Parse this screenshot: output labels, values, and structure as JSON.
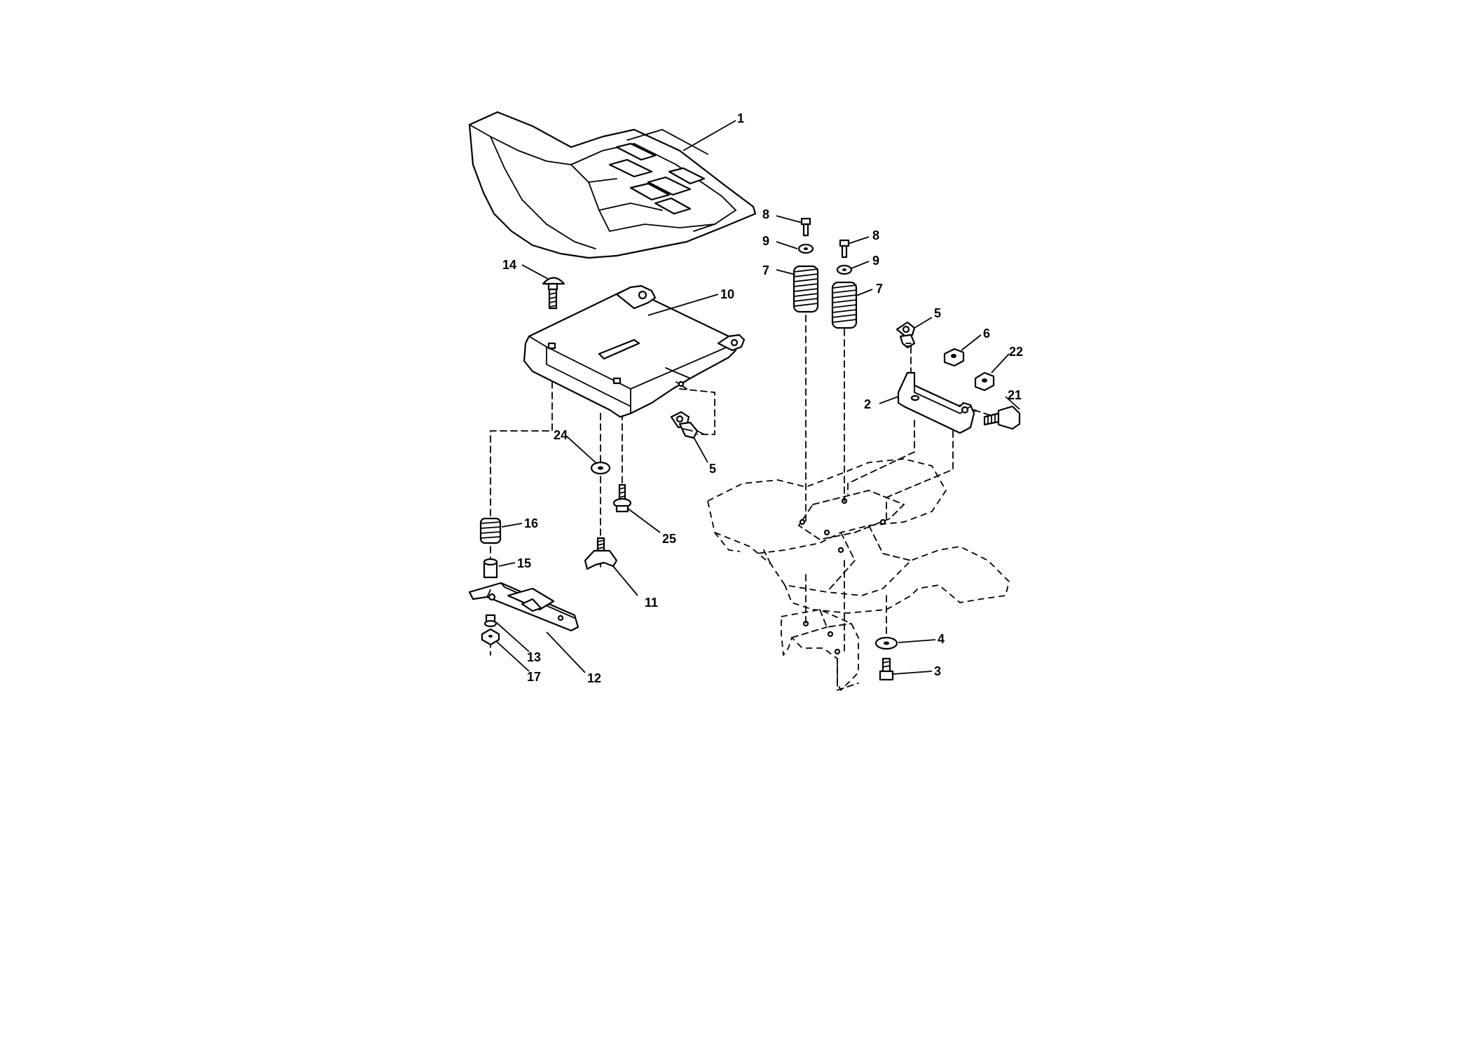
{
  "diagram": {
    "callouts": [
      {
        "id": "c-1",
        "text": "1"
      },
      {
        "id": "c-8a",
        "text": "8"
      },
      {
        "id": "c-9a",
        "text": "9"
      },
      {
        "id": "c-7a",
        "text": "7"
      },
      {
        "id": "c-8b",
        "text": "8"
      },
      {
        "id": "c-9b",
        "text": "9"
      },
      {
        "id": "c-7b",
        "text": "7"
      },
      {
        "id": "c-14",
        "text": "14"
      },
      {
        "id": "c-10",
        "text": "10"
      },
      {
        "id": "c-5a",
        "text": "5"
      },
      {
        "id": "c-6",
        "text": "6"
      },
      {
        "id": "c-22",
        "text": "22"
      },
      {
        "id": "c-2",
        "text": "2"
      },
      {
        "id": "c-21",
        "text": "21"
      },
      {
        "id": "c-24",
        "text": "24"
      },
      {
        "id": "c-5b",
        "text": "5"
      },
      {
        "id": "c-16",
        "text": "16"
      },
      {
        "id": "c-25",
        "text": "25"
      },
      {
        "id": "c-15",
        "text": "15"
      },
      {
        "id": "c-11",
        "text": "11"
      },
      {
        "id": "c-13",
        "text": "13"
      },
      {
        "id": "c-12",
        "text": "12"
      },
      {
        "id": "c-17",
        "text": "17"
      },
      {
        "id": "c-4",
        "text": "4"
      },
      {
        "id": "c-3",
        "text": "3"
      }
    ]
  }
}
